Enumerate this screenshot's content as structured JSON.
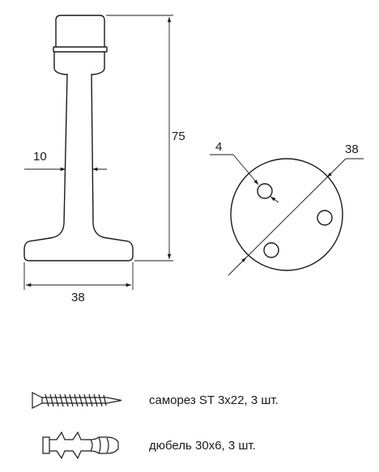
{
  "side_view": {
    "height_label": "75",
    "base_width_label": "38",
    "stem_width_label": "10"
  },
  "top_view": {
    "hole_diameter_label": "4",
    "plate_diameter_label": "38"
  },
  "fasteners": [
    {
      "name": "screw",
      "label": "саморез ST 3x22, 3 шт."
    },
    {
      "name": "dowel",
      "label": "дюбель 30x6, 3 шт."
    }
  ]
}
